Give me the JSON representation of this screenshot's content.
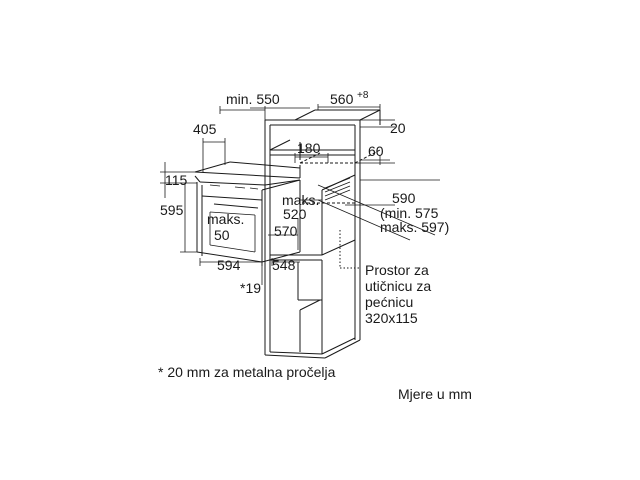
{
  "colors": {
    "line": "#1a1a1a",
    "background": "#ffffff"
  },
  "labels": {
    "min550": "min. 550",
    "dim560": "560",
    "dim560_sup": "+8",
    "dim20": "20",
    "dim405": "405",
    "dim180": "180",
    "dim60": "60",
    "dim115": "115",
    "dim595": "595",
    "maks50_1": "maks.",
    "maks50_2": "50",
    "maks520_1": "maks.",
    "maks520_2": "520",
    "dim570": "570",
    "dim590_1": "590",
    "dim590_2": "(min. 575",
    "dim590_3": "maks. 597)",
    "dim594": "594",
    "dim548": "548",
    "star19": "*19",
    "prostor_1": "Prostor za",
    "prostor_2": "utičnicu za",
    "prostor_3": "pećnicu",
    "prostor_4": "320x115"
  },
  "footnote": "* 20 mm za metalna pročelja",
  "units_note": "Mjere u mm"
}
